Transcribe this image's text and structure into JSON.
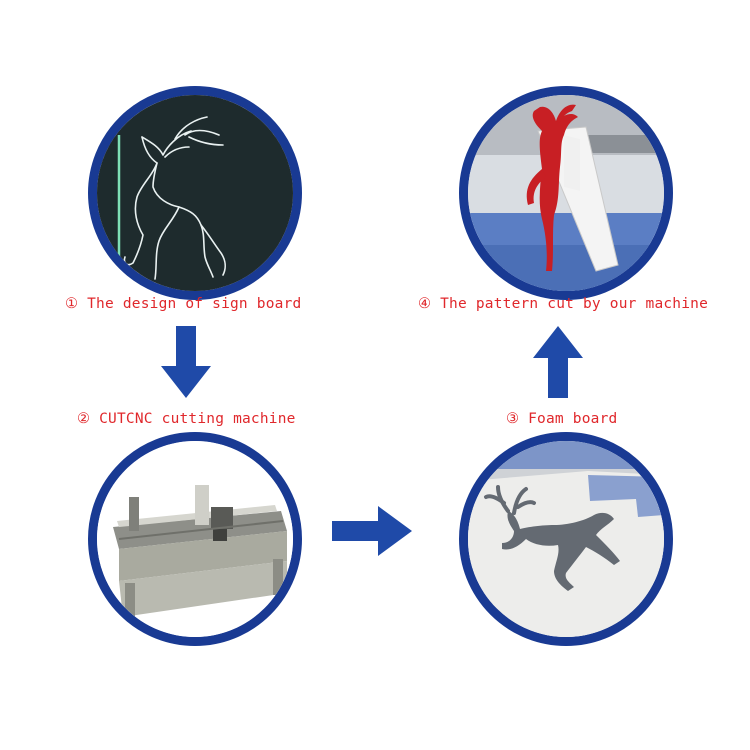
{
  "steps": [
    {
      "label": "① The design of sign board"
    },
    {
      "label": "② CUTCNC cutting machine"
    },
    {
      "label": "③ Foam board"
    },
    {
      "label": "④ The pattern cut by our machine"
    }
  ],
  "colors": {
    "circle_border": "#193a93",
    "arrow": "#1f4aa8",
    "label_text": "#e0282c"
  },
  "icons": {
    "arrow_down": "arrow-down-icon",
    "arrow_up": "arrow-up-icon",
    "arrow_right": "arrow-right-icon"
  }
}
